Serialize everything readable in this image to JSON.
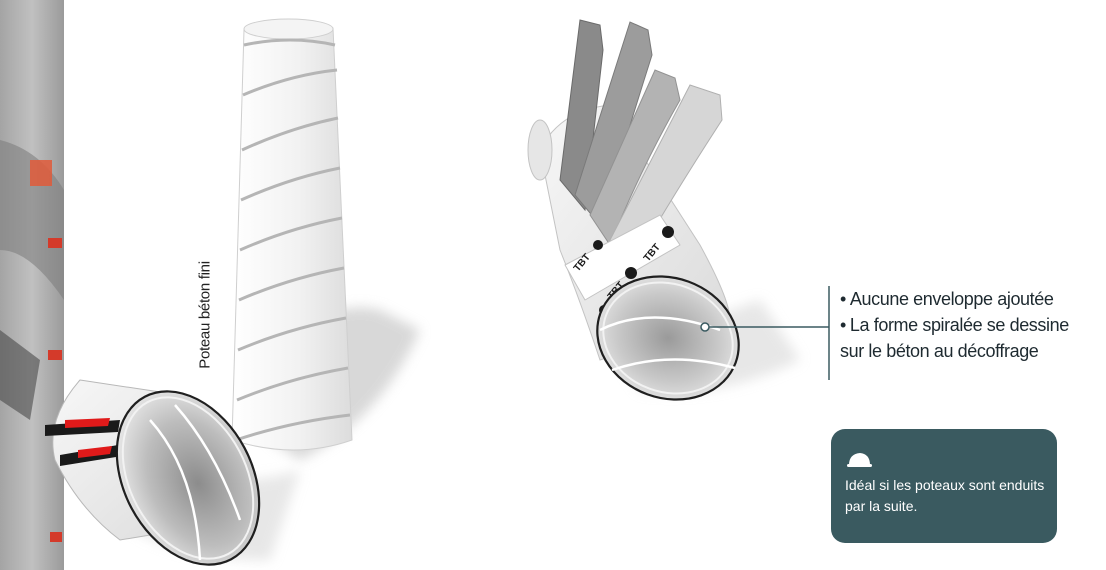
{
  "left_column": {
    "vertical_label": "Poteau béton fini"
  },
  "right_column": {
    "bullets": [
      "Aucune enveloppe ajoutée",
      "La forme spiralée se dessine",
      "sur le béton au décoffrage"
    ],
    "bullet_symbol": "•",
    "tube_print": "TBT"
  },
  "info_card": {
    "icon": "hard-hat-icon",
    "text": "Idéal si les poteaux sont enduits par la suite."
  },
  "colors": {
    "card_background": "#3a5a60",
    "card_text": "#ffffff",
    "accent_red": "#e01a1a",
    "leader_line": "#3a5a60"
  }
}
